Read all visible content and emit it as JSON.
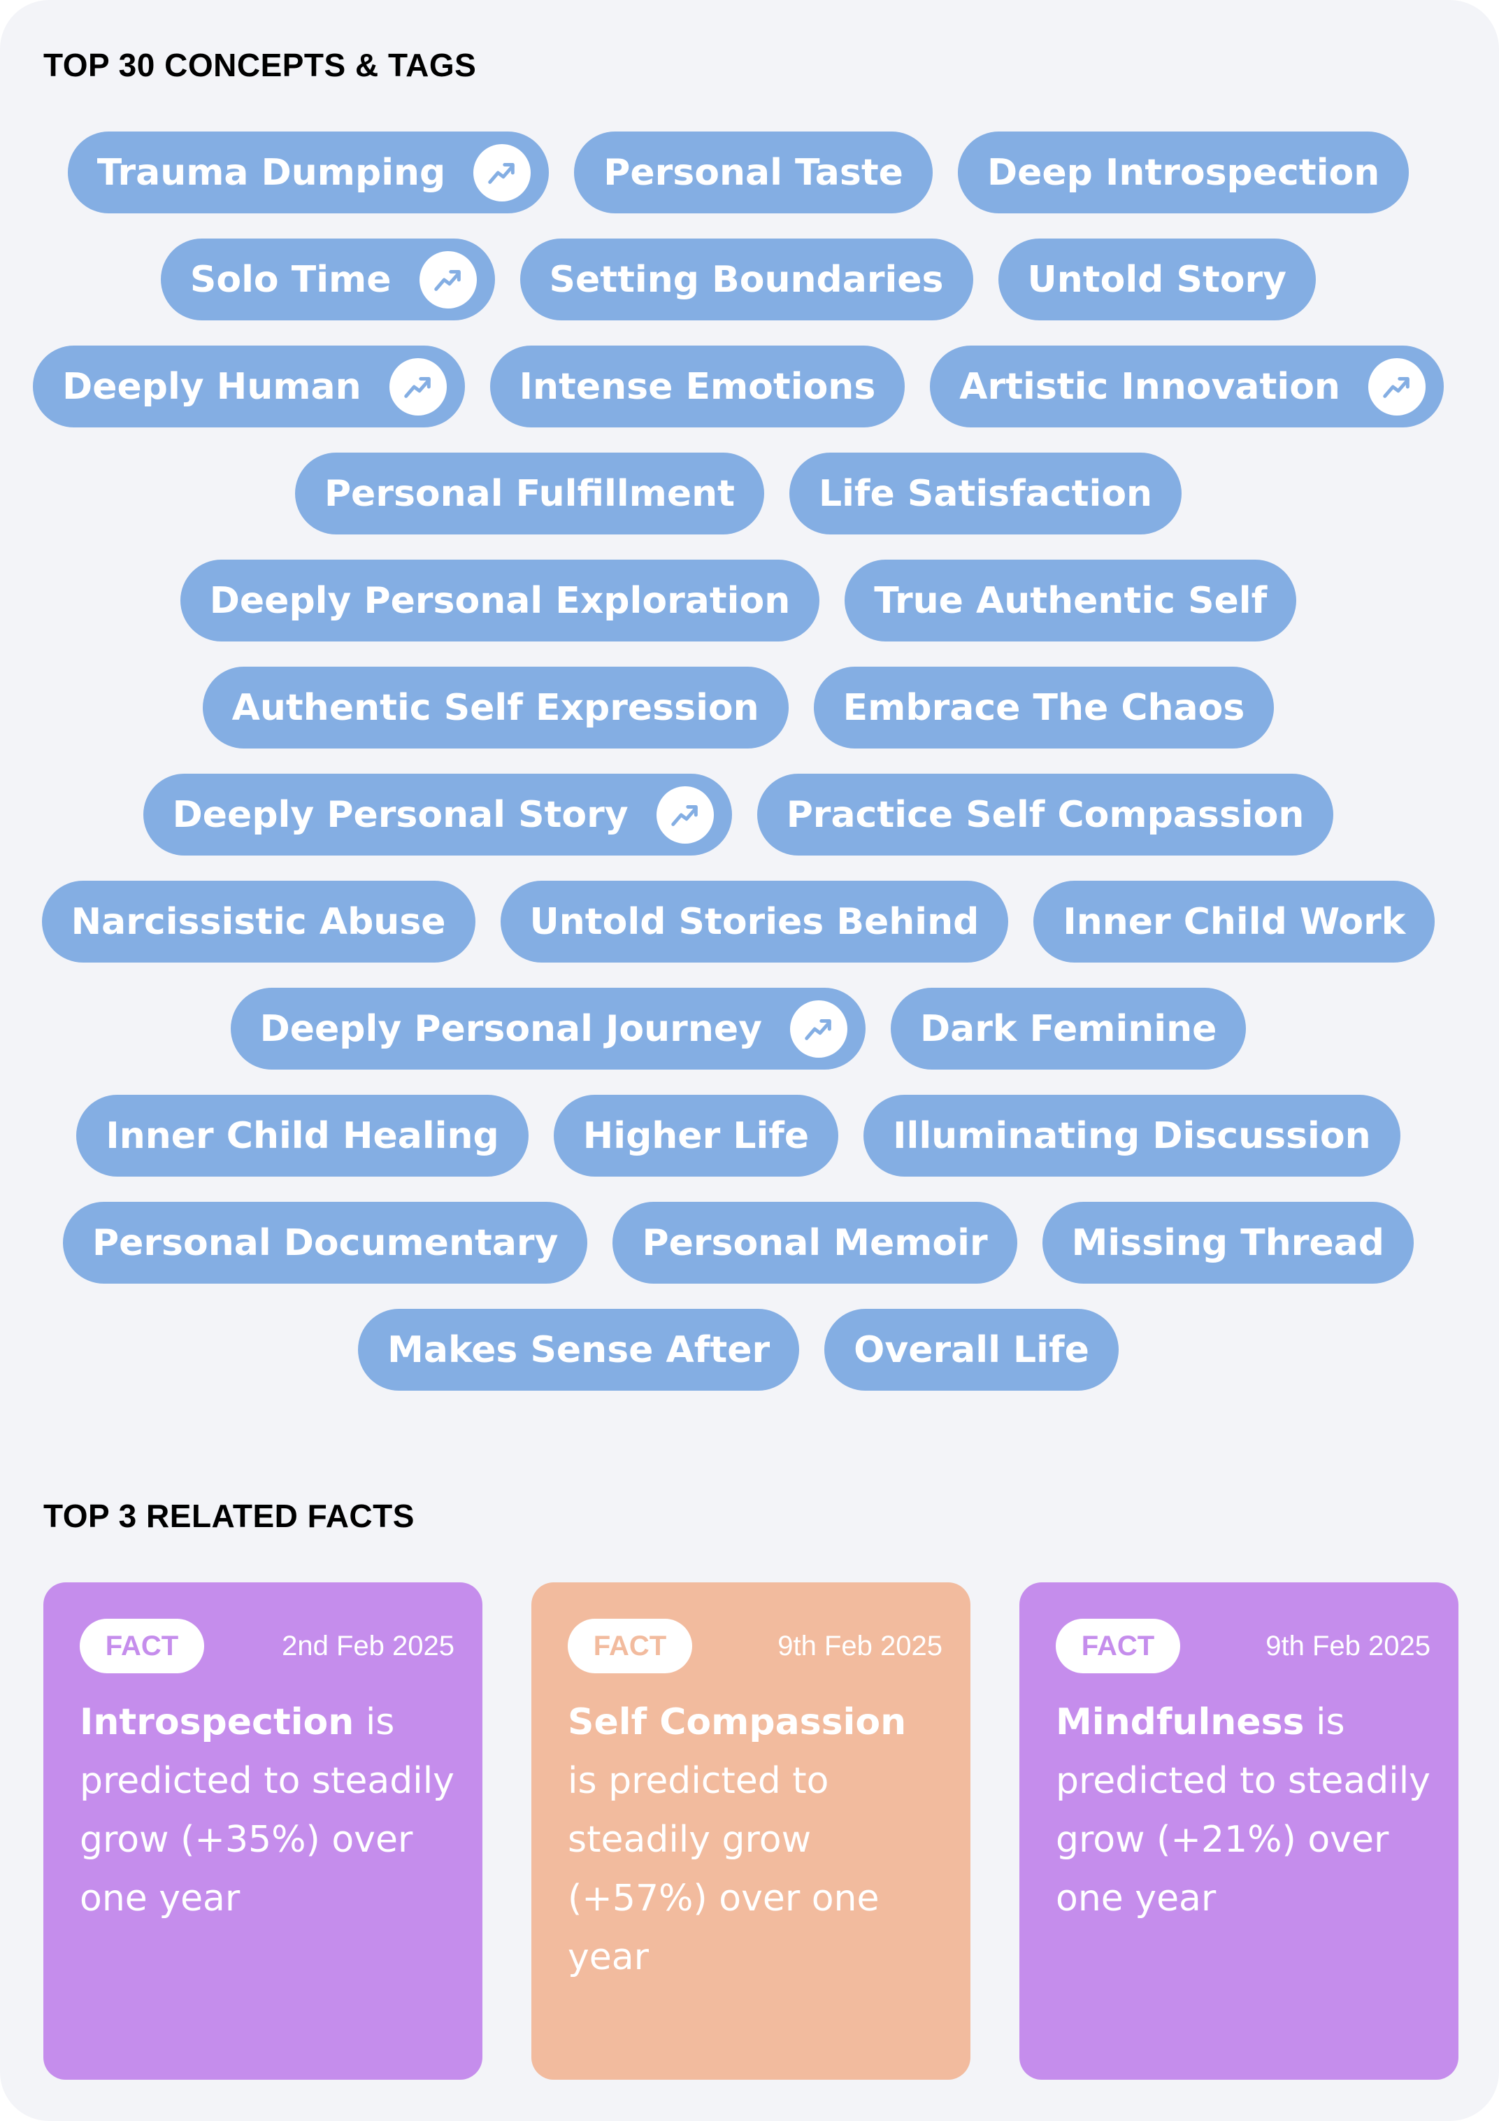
{
  "sections": {
    "tags_title": "TOP 30 CONCEPTS & TAGS",
    "facts_title": "TOP 3 RELATED FACTS"
  },
  "colors": {
    "tag_bg": "#84aee3",
    "purple": "#c58dec",
    "orange": "#f2bb9e"
  },
  "tag_rows": [
    [
      {
        "label": "Trauma Dumping",
        "trending": true
      },
      {
        "label": "Personal Taste",
        "trending": false
      },
      {
        "label": "Deep Introspection",
        "trending": false
      }
    ],
    [
      {
        "label": "Solo Time",
        "trending": true
      },
      {
        "label": "Setting Boundaries",
        "trending": false
      },
      {
        "label": "Untold Story",
        "trending": false
      }
    ],
    [
      {
        "label": "Deeply Human",
        "trending": true
      },
      {
        "label": "Intense Emotions",
        "trending": false
      },
      {
        "label": "Artistic Innovation",
        "trending": true
      }
    ],
    [
      {
        "label": "Personal Fulfillment",
        "trending": false
      },
      {
        "label": "Life Satisfaction",
        "trending": false
      }
    ],
    [
      {
        "label": "Deeply Personal Exploration",
        "trending": false
      },
      {
        "label": "True Authentic Self",
        "trending": false
      }
    ],
    [
      {
        "label": "Authentic Self Expression",
        "trending": false
      },
      {
        "label": "Embrace The Chaos",
        "trending": false
      }
    ],
    [
      {
        "label": "Deeply Personal Story",
        "trending": true
      },
      {
        "label": "Practice Self Compassion",
        "trending": false
      }
    ],
    [
      {
        "label": "Narcissistic Abuse",
        "trending": false
      },
      {
        "label": "Untold Stories Behind",
        "trending": false
      },
      {
        "label": "Inner Child Work",
        "trending": false
      }
    ],
    [
      {
        "label": "Deeply Personal Journey",
        "trending": true
      },
      {
        "label": "Dark Feminine",
        "trending": false
      }
    ],
    [
      {
        "label": "Inner Child Healing",
        "trending": false
      },
      {
        "label": "Higher Life",
        "trending": false
      },
      {
        "label": "Illuminating Discussion",
        "trending": false
      }
    ],
    [
      {
        "label": "Personal Documentary",
        "trending": false
      },
      {
        "label": "Personal Memoir",
        "trending": false
      },
      {
        "label": "Missing Thread",
        "trending": false
      }
    ],
    [
      {
        "label": "Makes Sense After",
        "trending": false
      },
      {
        "label": "Overall Life",
        "trending": false
      }
    ]
  ],
  "facts": [
    {
      "badge": "FACT",
      "date": "2nd Feb 2025",
      "keyword": "Introspection",
      "text": " is predicted to steadily grow (+35%) over one year",
      "color": "#c58dec"
    },
    {
      "badge": "FACT",
      "date": "9th Feb 2025",
      "keyword": "Self Compassion",
      "text": " is predicted to steadily grow (+57%) over one year",
      "color": "#f2bb9e"
    },
    {
      "badge": "FACT",
      "date": "9th Feb 2025",
      "keyword": "Mindfulness",
      "text": " is predicted to steadily grow (+21%) over one year",
      "color": "#c58dec"
    }
  ]
}
